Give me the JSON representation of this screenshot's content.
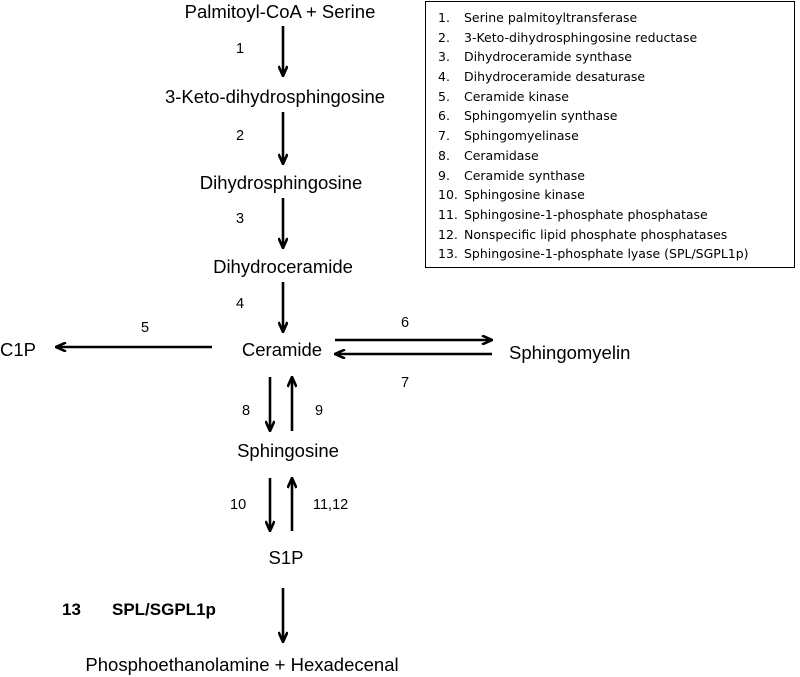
{
  "nodes": {
    "start": "Palmitoyl-CoA + Serine",
    "keto": "3-Keto-dihydrosphingosine",
    "dihydrosphingosine": "Dihydrosphingosine",
    "dihydroceramide": "Dihydroceramide",
    "ceramide": "Ceramide",
    "c1p": "C1P",
    "sphingomyelin": "Sphingomyelin",
    "sphingosine": "Sphingosine",
    "s1p": "S1P",
    "products": "Phosphoethanolamine  + Hexadecenal"
  },
  "steps": {
    "s1": "1",
    "s2": "2",
    "s3": "3",
    "s4": "4",
    "s5": "5",
    "s6": "6",
    "s7": "7",
    "s8": "8",
    "s9": "9",
    "s10": "10",
    "s11_12": "11,12",
    "s13_num": "13",
    "s13_label": "SPL/SGPL1p"
  },
  "legend": [
    {
      "num": "1.",
      "label": "Serine palmitoyltransferase"
    },
    {
      "num": "2.",
      "label": "3-Keto-dihydrosphingosine reductase"
    },
    {
      "num": "3.",
      "label": "Dihydroceramide synthase"
    },
    {
      "num": "4.",
      "label": "Dihydroceramide desaturase"
    },
    {
      "num": "5.",
      "label": "Ceramide kinase"
    },
    {
      "num": "6.",
      "label": "Sphingomyelin synthase"
    },
    {
      "num": "7.",
      "label": "Sphingomyelinase"
    },
    {
      "num": "8.",
      "label": "Ceramidase"
    },
    {
      "num": "9.",
      "label": "Ceramide synthase"
    },
    {
      "num": "10.",
      "label": "Sphingosine kinase"
    },
    {
      "num": "11.",
      "label": "Sphingosine-1-phosphate phosphatase"
    },
    {
      "num": "12.",
      "label": "Nonspecific lipid phosphate phosphatases"
    },
    {
      "num": "13.",
      "label": "Sphingosine-1-phosphate lyase (SPL/SGPL1p)"
    }
  ],
  "colors": {
    "ink": "#000000",
    "background": "#ffffff"
  }
}
